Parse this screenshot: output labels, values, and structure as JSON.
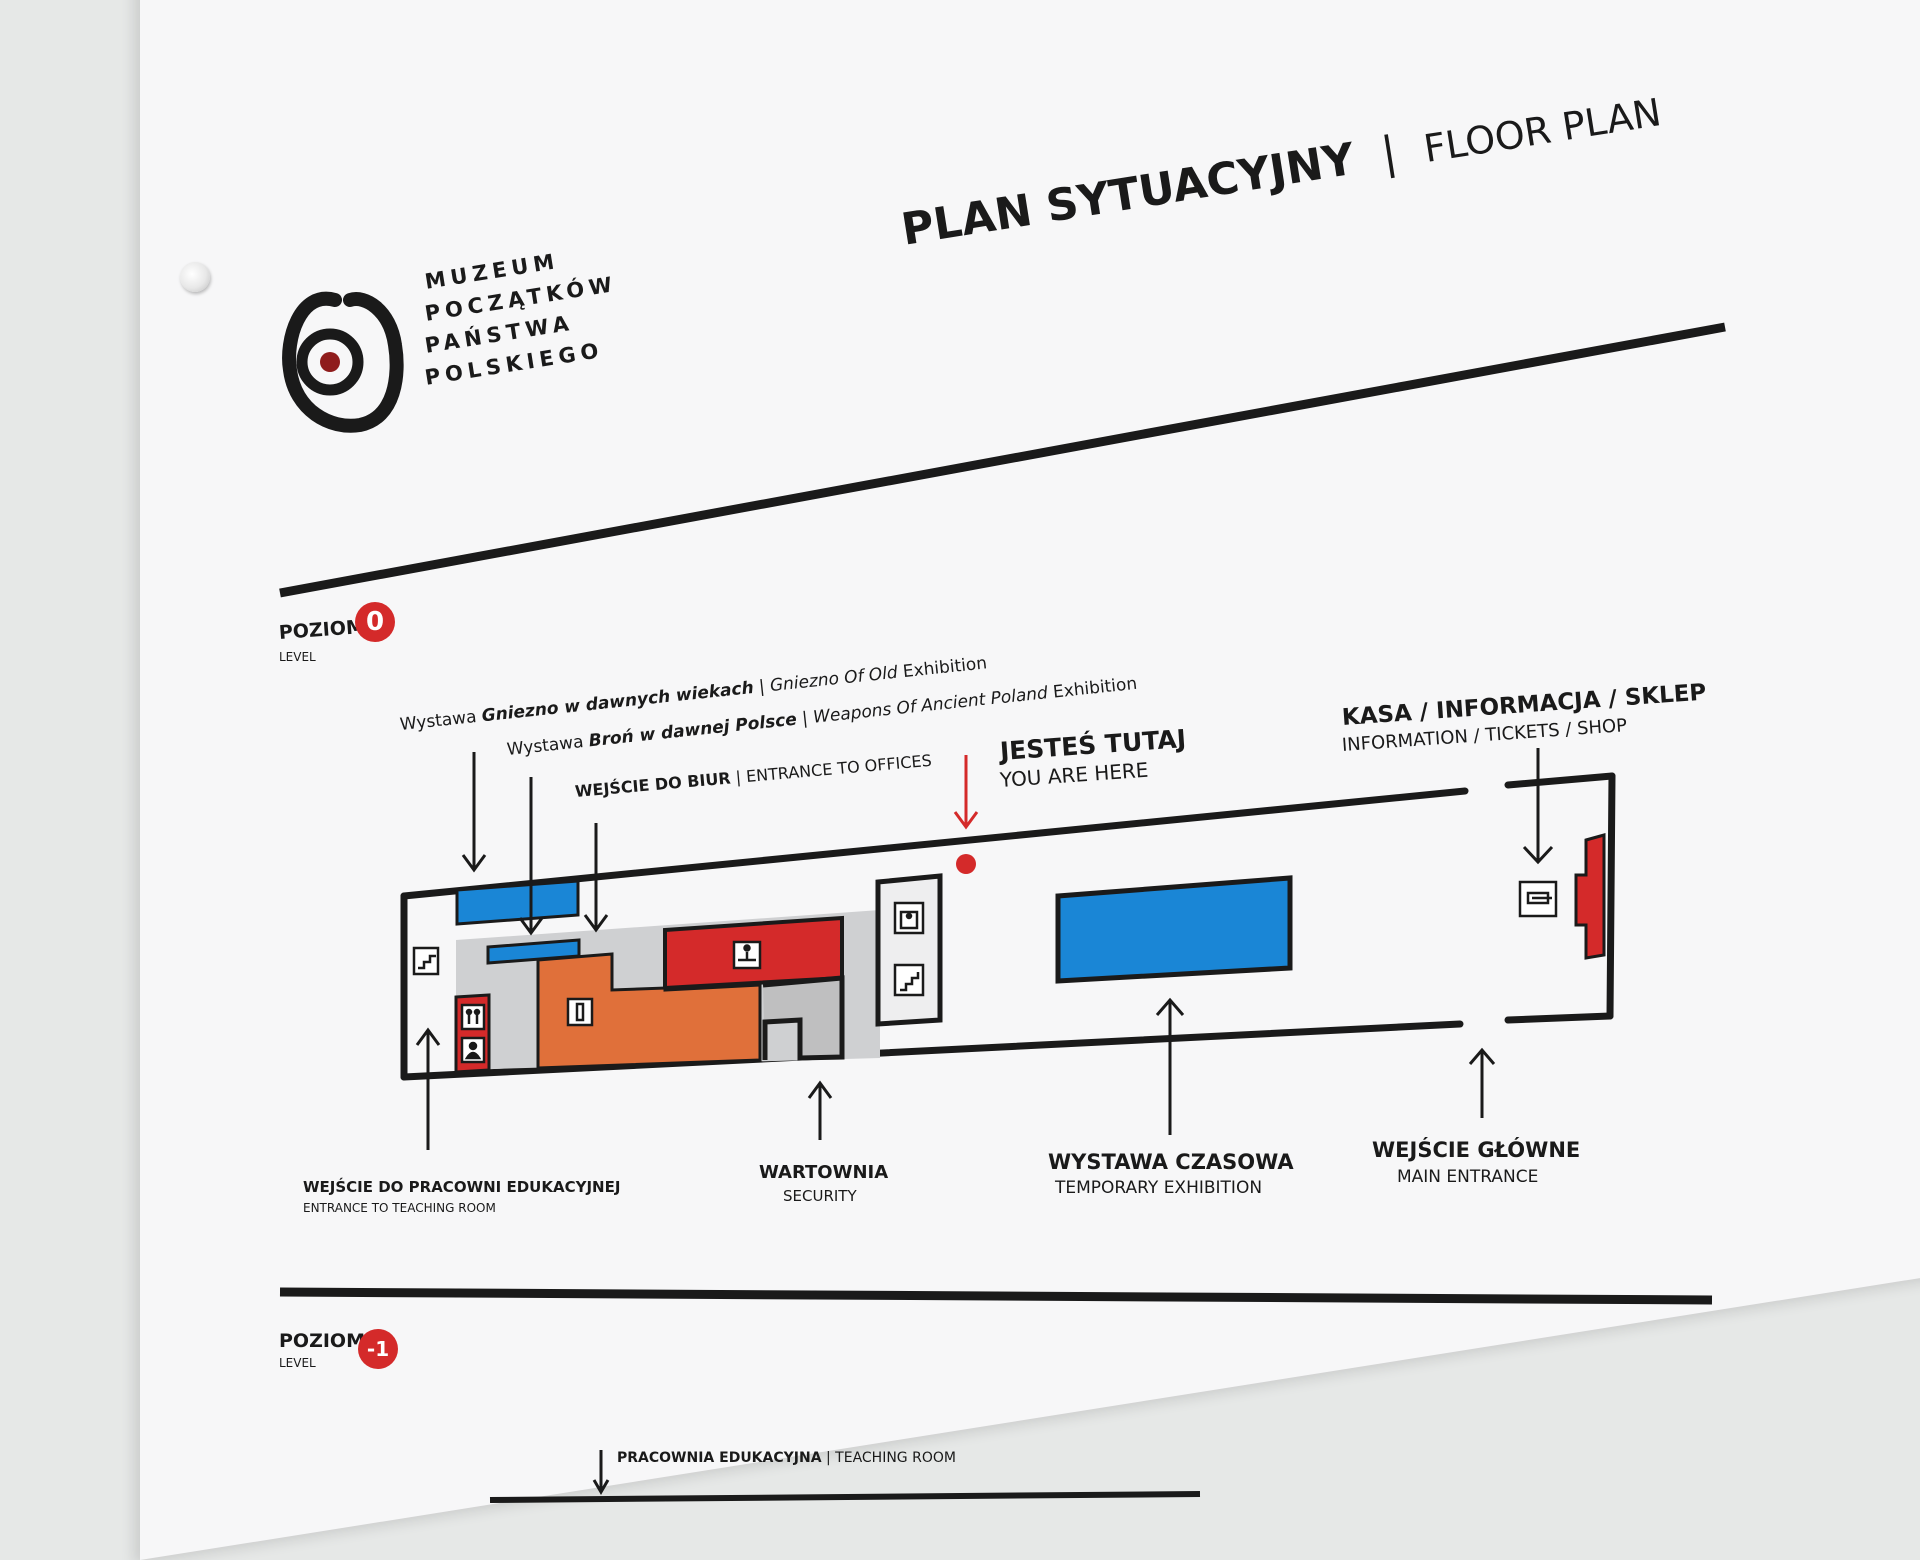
{
  "museum": {
    "lines": [
      "MUZEUM",
      "POCZĄTKÓW",
      "PAŃSTWA",
      "POLSKIEGO"
    ]
  },
  "title": {
    "pl": "PLAN SYTUACYJNY",
    "separator": "|",
    "en": "FLOOR PLAN"
  },
  "levels": [
    {
      "label": "POZIOM",
      "sub": "LEVEL",
      "number": "0"
    },
    {
      "label": "POZIOM",
      "sub": "LEVEL",
      "number": "-1"
    }
  ],
  "labels": {
    "gniezno": {
      "prefix": "Wystawa",
      "name": "Gniezno w dawnych wiekach",
      "sep": "|",
      "en": "Gniezno Of Old",
      "suffix": "Exhibition"
    },
    "weapons": {
      "prefix": "Wystawa",
      "name": "Broń w dawnej Polsce",
      "sep": "|",
      "en": "Weapons Of Ancient Poland",
      "suffix": "Exhibition"
    },
    "offices": {
      "pl": "WEJŚCIE DO BIUR",
      "sep": "|",
      "en": "ENTRANCE TO OFFICES"
    },
    "here": {
      "pl": "JESTEŚ TUTAJ",
      "en": "YOU ARE HERE"
    },
    "kasa": {
      "pl": "KASA / INFORMACJA / SKLEP",
      "en": "INFORMATION / TICKETS / SHOP"
    },
    "teaching": {
      "pl": "WEJŚCIE DO PRACOWNI EDUKACYJNEJ",
      "en": "ENTRANCE TO TEACHING ROOM"
    },
    "security": {
      "pl": "WARTOWNIA",
      "en": "SECURITY"
    },
    "temporary": {
      "pl": "WYSTAWA CZASOWA",
      "en": "TEMPORARY EXHIBITION"
    },
    "main": {
      "pl": "WEJŚCIE GŁÓWNE",
      "en": "MAIN ENTRANCE"
    },
    "lower": {
      "pl": "PRACOWNIA EDUKACYJNA",
      "sep": "|",
      "en": "TEACHING ROOM"
    }
  },
  "colors": {
    "blue": "#1a86d6",
    "red": "#d42a2a",
    "orange": "#e0703a",
    "gray": "#cfd0d2",
    "dark": "#1a1a1a"
  },
  "icons": [
    "museum-logo-icon",
    "stairs-icon",
    "restroom-icon",
    "baby-change-icon",
    "first-aid-icon",
    "info-desk-icon",
    "elevator-icon",
    "tickets-icon",
    "you-are-here-marker-icon"
  ]
}
